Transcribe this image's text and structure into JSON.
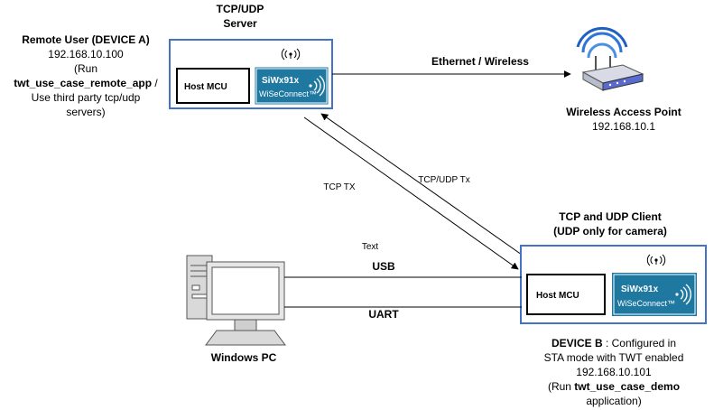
{
  "device_a": {
    "title": "Remote User (DEVICE A)",
    "ip": "192.168.10.100",
    "run_open": "(Run",
    "app": "twt_use_case_remote_app",
    "slash": " /",
    "line_third_party": "Use third party tcp/udp",
    "line_servers": "servers)"
  },
  "server": {
    "title_line1": "TCP/UDP",
    "title_line2": "Server",
    "host_label": "Host MCU",
    "chip_label": "SiWx91x",
    "chip_sub": "WiSeConnect™"
  },
  "link_ethernet": "Ethernet / Wireless",
  "access_point": {
    "title": "Wireless Access Point",
    "ip": "192.168.10.1"
  },
  "arrow_tcp_tx": "TCP TX",
  "arrow_tcp_udp_tx": "TCP/UDP Tx",
  "client": {
    "title_line1": "TCP and UDP Client",
    "title_line2": "(UDP only for camera)",
    "host_label": "Host MCU",
    "chip_label": "SiWx91x",
    "chip_sub": "WiSeConnect™"
  },
  "text_label": "Text",
  "usb_label": "USB",
  "uart_label": "UART",
  "windows_pc": "Windows PC",
  "device_b": {
    "title": "DEVICE B",
    "config_rest": " : Configured in",
    "line_sta": "STA mode with TWT enabled",
    "ip": "192.168.10.101",
    "run_open": "(Run ",
    "app": "twt_use_case_demo",
    "line_app": "application)"
  },
  "colors": {
    "box_border": "#4472c4",
    "chip_fill": "#1f78a0",
    "line": "#000000"
  }
}
